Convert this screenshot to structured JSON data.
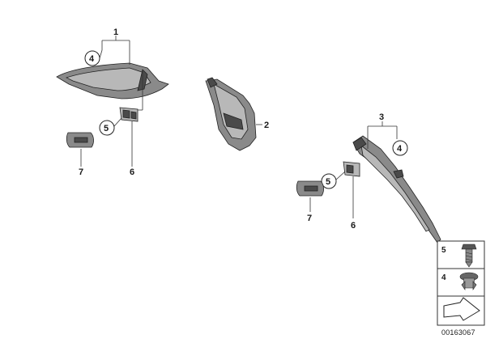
{
  "callouts": {
    "part_1": "1",
    "part_2": "2",
    "part_3": "3",
    "circle_4_a": "4",
    "circle_4_b": "4",
    "circle_5_a": "5",
    "circle_5_b": "5",
    "part_6_a": "6",
    "part_6_b": "6",
    "part_7_a": "7",
    "part_7_b": "7"
  },
  "legend": {
    "row_5": "5",
    "row_4": "4"
  },
  "diagram_number": "00163067"
}
